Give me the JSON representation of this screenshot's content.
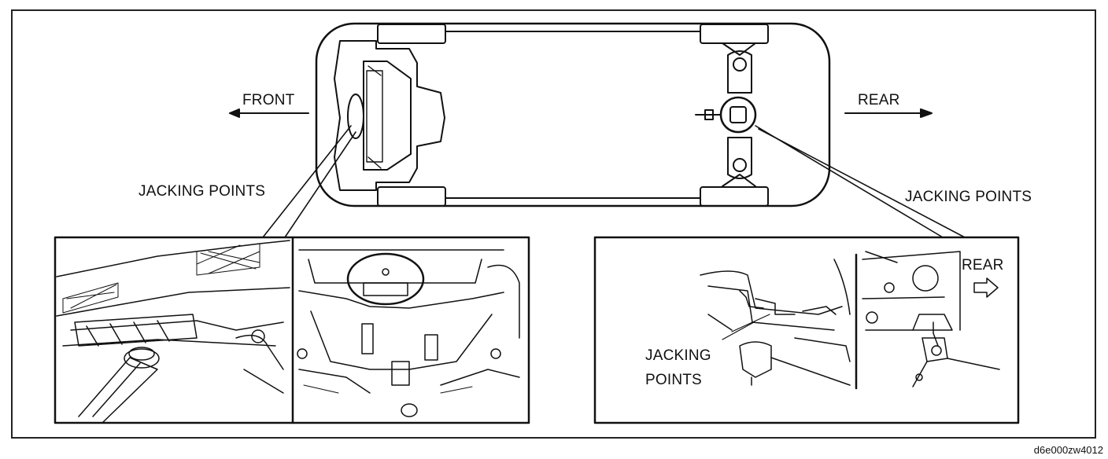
{
  "labels": {
    "front": "FRONT",
    "rear": "REAR",
    "jacking_points_left": "JACKING POINTS",
    "jacking_points_right": "JACKING POINTS",
    "inset_jacking_line1": "JACKING",
    "inset_jacking_line2": "POINTS",
    "inset_rear": "REAR"
  },
  "figure_code": "d6e000zw4012"
}
